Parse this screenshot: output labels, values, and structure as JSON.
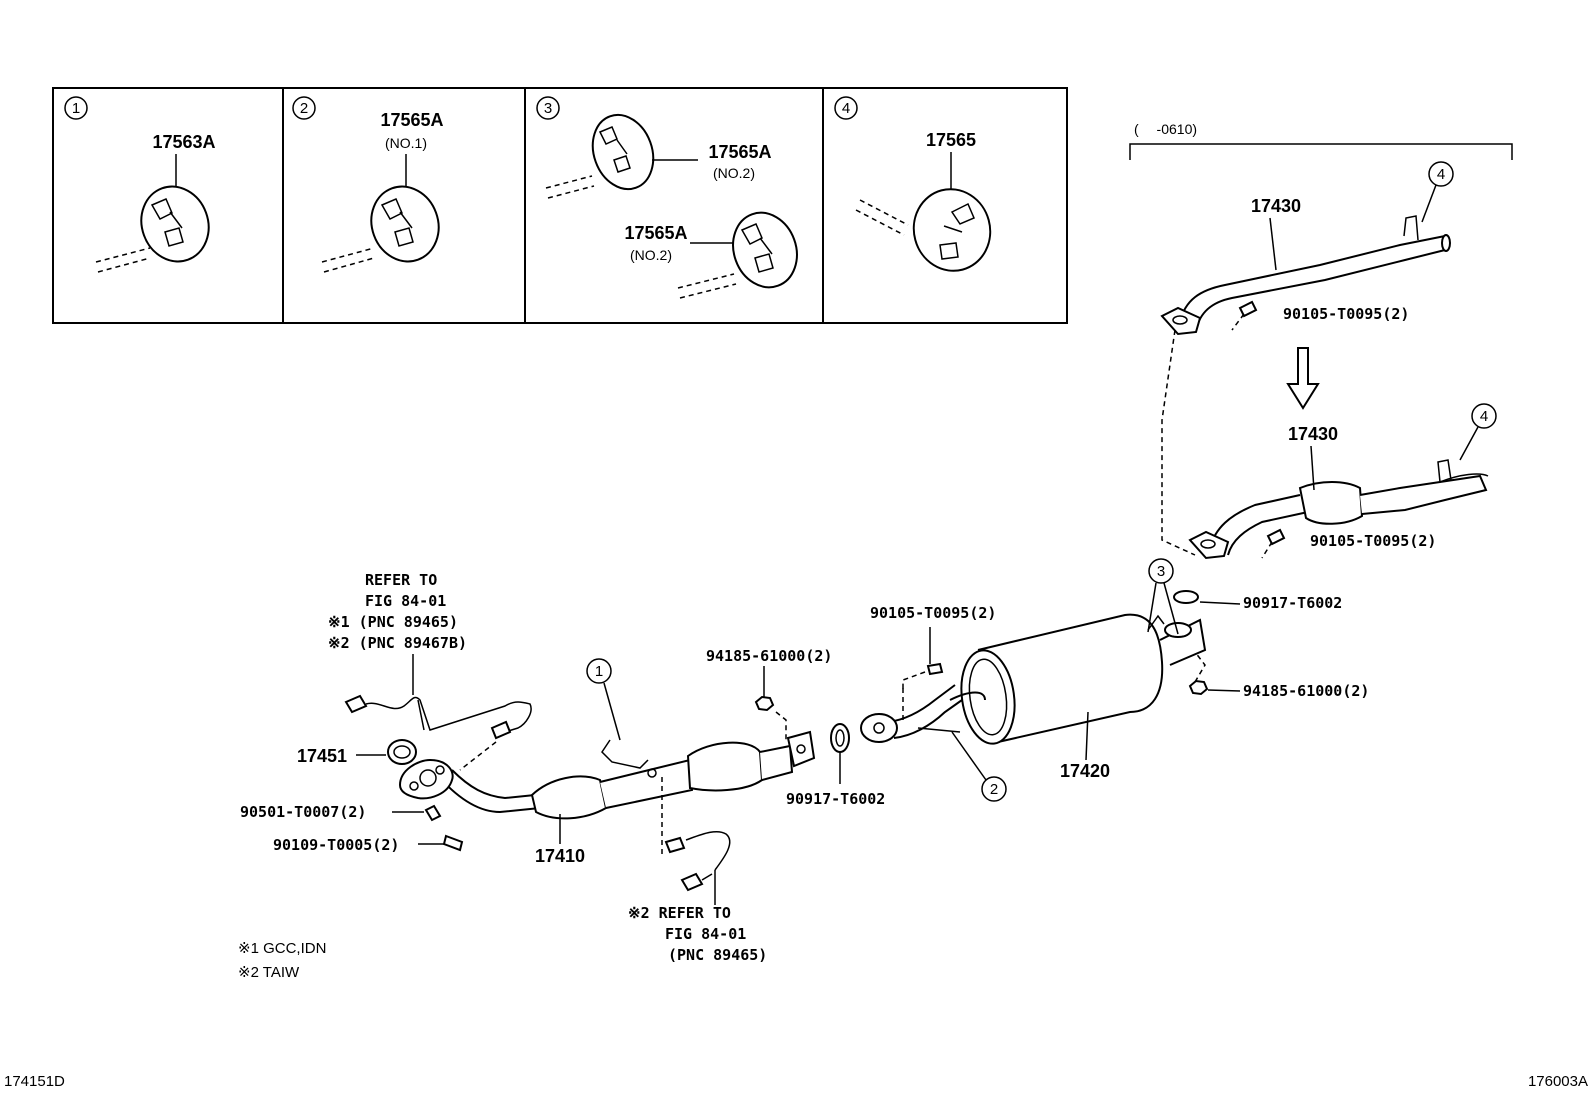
{
  "legend_boxes": [
    {
      "num": "1",
      "part": "17563A",
      "sub": ""
    },
    {
      "num": "2",
      "part": "17565A",
      "sub": "(NO.1)"
    },
    {
      "num": "3",
      "part": "17565A",
      "sub": "(NO.2)",
      "part2": "17565A",
      "sub2": "(NO.2)"
    },
    {
      "num": "4",
      "part": "17565",
      "sub": ""
    }
  ],
  "date_range": "(　 -0610)",
  "parts": {
    "p17430_top": "17430",
    "p17430_bot": "17430",
    "p17420": "17420",
    "p17410": "17410",
    "p17451": "17451",
    "bolt_top": "90105-T0095(2)",
    "bolt_mid": "90105-T0095(2)",
    "bolt_left": "90105-T0095(2)",
    "gasket_right": "90917-T6002",
    "gasket_left": "90917-T6002",
    "nut_right": "94185-61000(2)",
    "nut_left": "94185-61000(2)",
    "spring": "90501-T0007(2)",
    "stud": "90109-T0005(2)"
  },
  "refs": {
    "sensor1": [
      "REFER TO",
      "FIG 84-01",
      "※1 (PNC 89465)",
      "※2 (PNC 89467B)"
    ],
    "sensor2": [
      "※2 REFER TO",
      "FIG 84-01",
      "(PNC 89465)"
    ]
  },
  "callouts": {
    "c1": "1",
    "c2": "2",
    "c3": "3",
    "c4a": "4",
    "c4b": "4"
  },
  "notes": [
    "※1  GCC,IDN",
    "※2  TAIW"
  ],
  "footer": {
    "left": "174151D",
    "right": "176003A"
  }
}
